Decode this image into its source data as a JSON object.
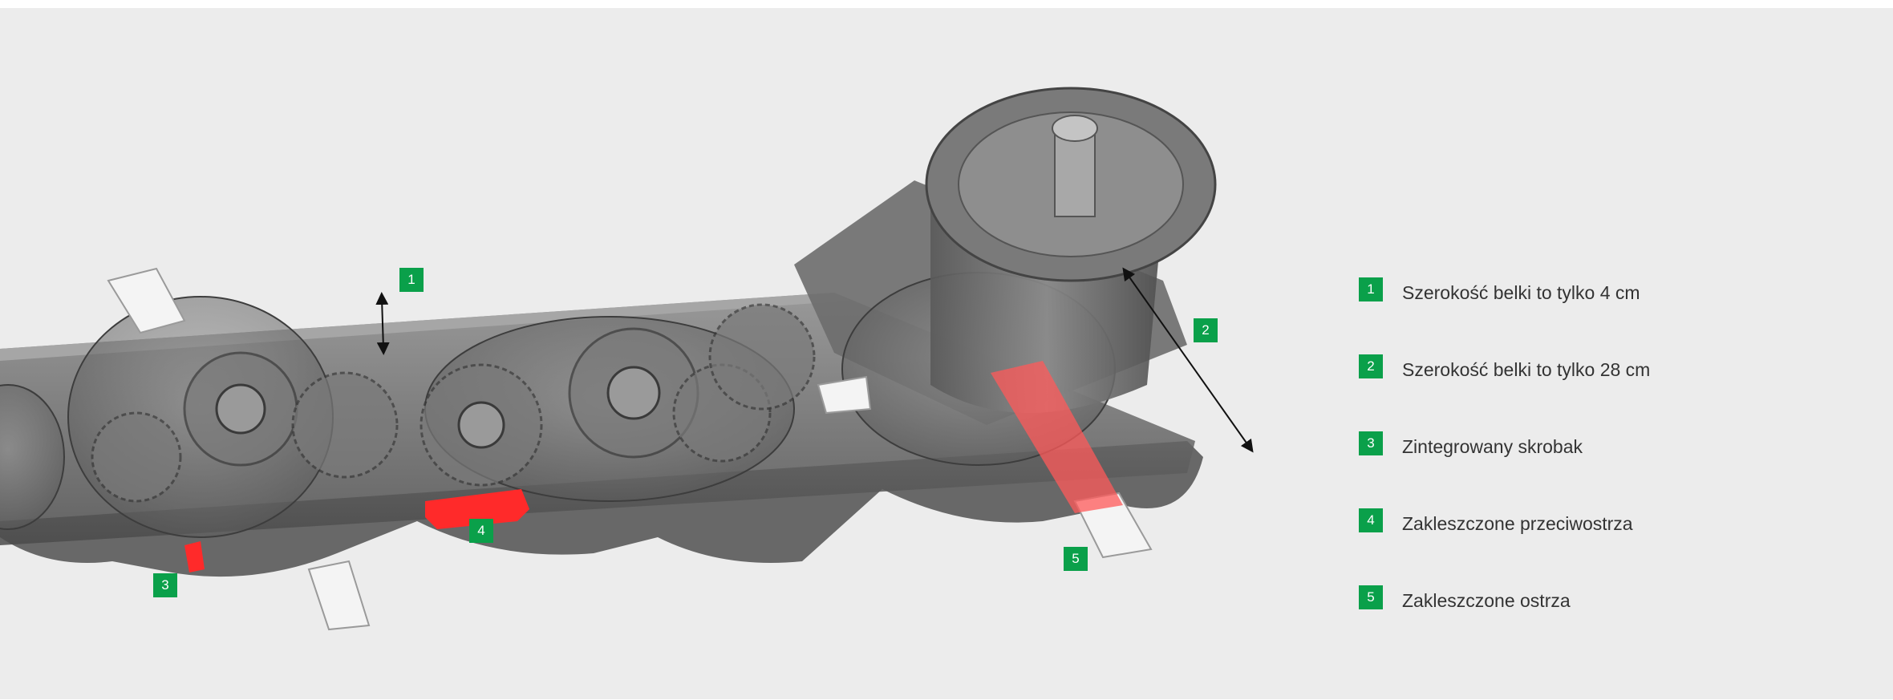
{
  "callouts": [
    {
      "num": "1",
      "label": "Szerokość belki to tylko 4 cm"
    },
    {
      "num": "2",
      "label": "Szerokość belki to tylko 28 cm"
    },
    {
      "num": "3",
      "label": "Zintegrowany skrobak"
    },
    {
      "num": "4",
      "label": "Zakleszczone przeciwostrza"
    },
    {
      "num": "5",
      "label": "Zakleszczone ostrza"
    }
  ],
  "colors": {
    "background": "#ececec",
    "marker_green": "#0aa04a",
    "highlight_red": "#ff2a2a",
    "machine_gray": "#6e6e6e",
    "label_text": "#333333"
  }
}
